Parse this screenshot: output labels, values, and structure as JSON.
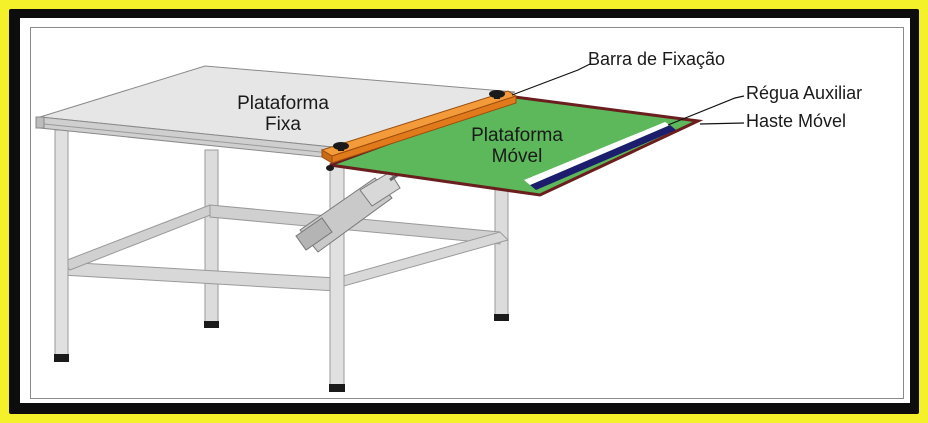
{
  "labels": {
    "fixed_platform_line1": "Plataforma",
    "fixed_platform_line2": "Fixa",
    "mobile_platform_line1": "Plataforma",
    "mobile_platform_line2": "Móvel",
    "fixing_bar": "Barra de Fixação",
    "aux_ruler": "Régua Auxiliar",
    "moving_rod": "Haste Móvel"
  },
  "colors": {
    "outer_frame": "#f4f02a",
    "fixing_bar": "#e8801c",
    "mobile_platform": "#5cb85a",
    "mobile_platform_border": "#6b1e1e",
    "fixed_platform": "#e6e6e6",
    "table_frame": "#d9d9d9"
  }
}
